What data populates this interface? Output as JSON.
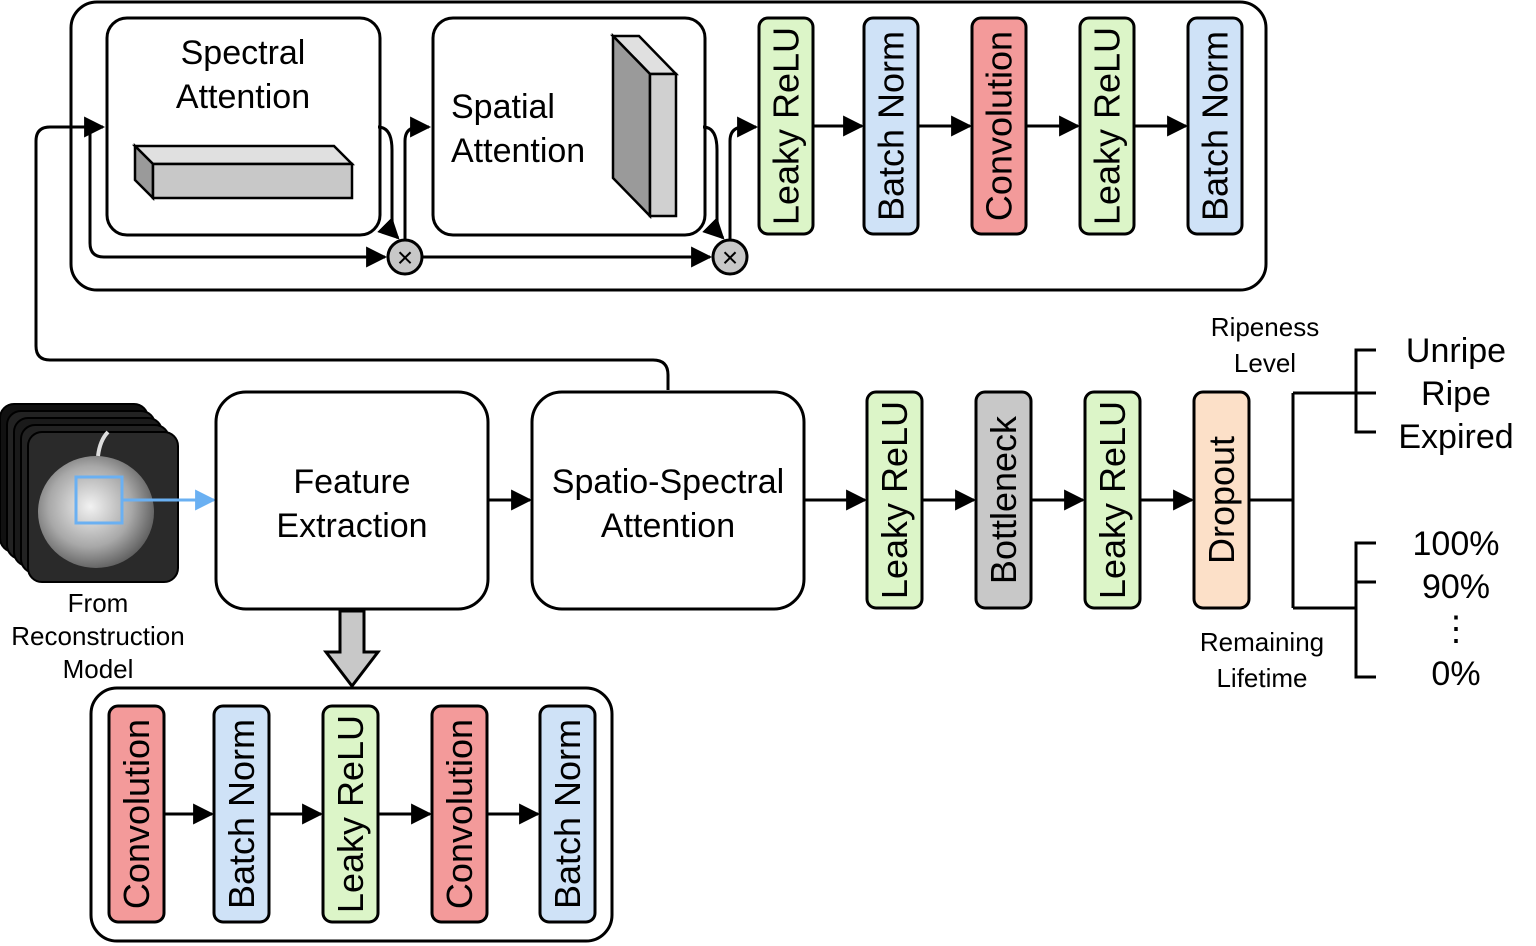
{
  "colors": {
    "relu": "#DCF5C8",
    "norm": "#CFE2F7",
    "conv": "#F39A9A",
    "bottleneck": "#C8C8C8",
    "dropout": "#FCE0C8",
    "input_highlight": "#6AB0F2"
  },
  "attention_block": {
    "spectral_title_1": "Spectral",
    "spectral_title_2": "Attention",
    "spatial_title_1": "Spatial",
    "spatial_title_2": "Attention",
    "multiply_symbol": "×",
    "layers": [
      {
        "label": "Leaky ReLU",
        "kind": "relu"
      },
      {
        "label": "Batch Norm",
        "kind": "norm"
      },
      {
        "label": "Convolution",
        "kind": "conv"
      },
      {
        "label": "Leaky ReLU",
        "kind": "relu"
      },
      {
        "label": "Batch Norm",
        "kind": "norm"
      }
    ]
  },
  "input": {
    "caption_1": "From",
    "caption_2": "Reconstruction",
    "caption_3": "Model"
  },
  "main": {
    "feature_1": "Feature",
    "feature_2": "Extraction",
    "attention_1": "Spatio-Spectral",
    "attention_2": "Attention",
    "layers": [
      {
        "label": "Leaky ReLU",
        "kind": "relu"
      },
      {
        "label": "Bottleneck",
        "kind": "bottleneck"
      },
      {
        "label": "Leaky ReLU",
        "kind": "relu"
      },
      {
        "label": "Dropout",
        "kind": "dropout"
      }
    ]
  },
  "feature_block": {
    "layers": [
      {
        "label": "Convolution",
        "kind": "conv"
      },
      {
        "label": "Batch Norm",
        "kind": "norm"
      },
      {
        "label": "Leaky ReLU",
        "kind": "relu"
      },
      {
        "label": "Convolution",
        "kind": "conv"
      },
      {
        "label": "Batch Norm",
        "kind": "norm"
      }
    ]
  },
  "outputs": {
    "ripeness_1": "Ripeness",
    "ripeness_2": "Level",
    "ripeness_options": [
      "Unripe",
      "Ripe",
      "Expired"
    ],
    "lifetime_1": "Remaining",
    "lifetime_2": "Lifetime",
    "lifetime_options": [
      "100%",
      "90%",
      "⋮",
      "0%"
    ]
  }
}
